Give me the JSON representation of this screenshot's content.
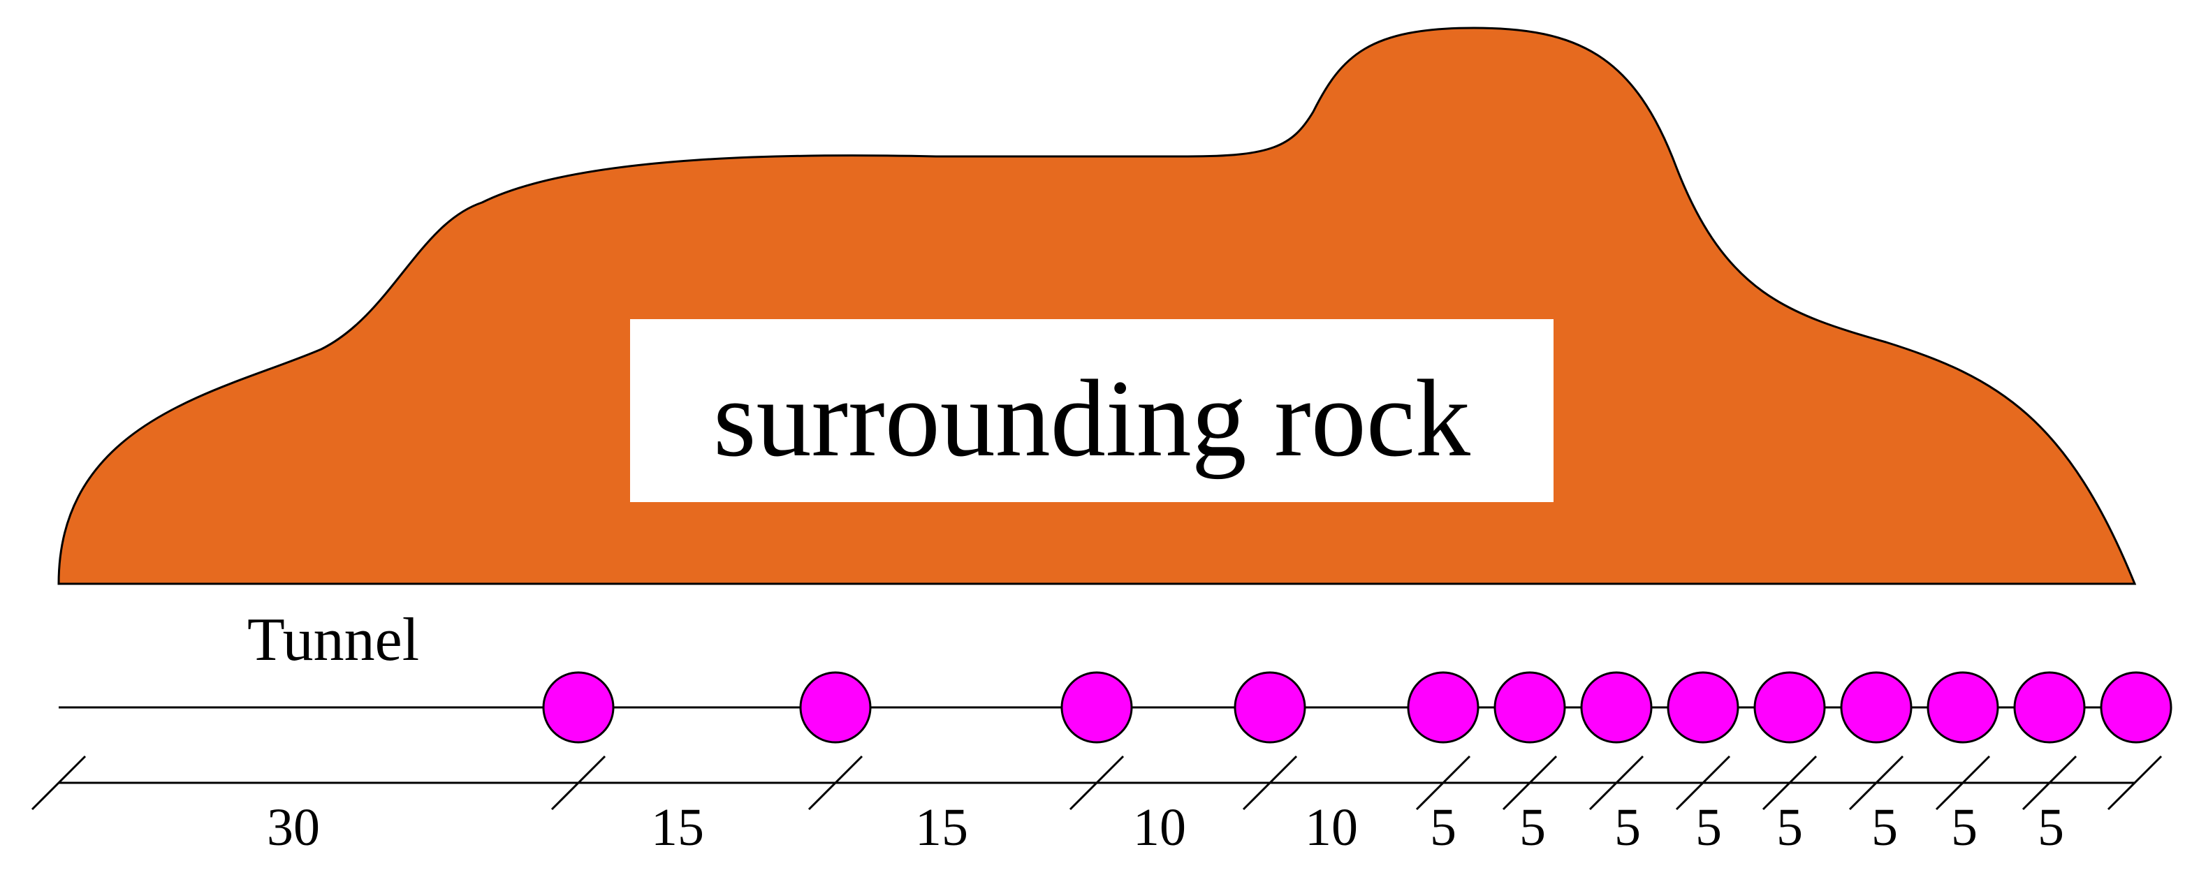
{
  "rock": {
    "label": "surrounding rock",
    "color": "#E66A1F"
  },
  "tunnel": {
    "label": "Tunnel"
  },
  "monitoring_points": {
    "color": "#FF00FF",
    "count": 13
  },
  "spacing_labels": [
    "30",
    "15",
    "15",
    "10",
    "10",
    "5",
    "5",
    "5",
    "5",
    "5",
    "5",
    "5",
    "5"
  ]
}
